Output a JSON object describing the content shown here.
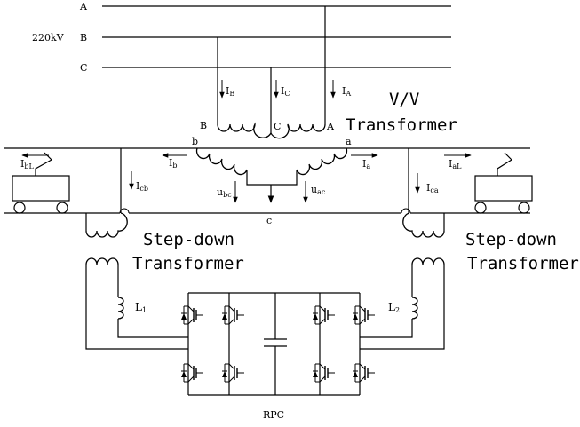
{
  "bus": {
    "phase_a": "A",
    "phase_b": "B",
    "phase_c": "C",
    "voltage": "220kV"
  },
  "currents": {
    "I_B": {
      "main": "I",
      "sub": "B"
    },
    "I_C": {
      "main": "I",
      "sub": "C"
    },
    "I_A": {
      "main": "I",
      "sub": "A"
    },
    "I_b": {
      "main": "I",
      "sub": "b"
    },
    "I_a": {
      "main": "I",
      "sub": "a"
    },
    "I_bL": {
      "main": "I",
      "sub": "bL"
    },
    "I_aL": {
      "main": "I",
      "sub": "aL"
    },
    "I_cb": {
      "main": "I",
      "sub": "cb"
    },
    "I_ca": {
      "main": "I",
      "sub": "ca"
    }
  },
  "voltages": {
    "u_bc": {
      "main": "u",
      "sub": "bc"
    },
    "u_ac": {
      "main": "u",
      "sub": "ac"
    }
  },
  "transformer": {
    "title_line1": "V/V",
    "title_line2": "Transformer",
    "prim_B": "B",
    "prim_C": "C",
    "prim_A": "A",
    "sec_b": "b",
    "sec_a": "a",
    "sec_c": "c"
  },
  "stepdown_left": {
    "line1": "Step-down",
    "line2": "Transformer"
  },
  "stepdown_right": {
    "line1": "Step-down",
    "line2": "Transformer"
  },
  "inductors": {
    "L1": {
      "main": "L",
      "sub": "1"
    },
    "L2": {
      "main": "L",
      "sub": "2"
    }
  },
  "rpc_label": "RPC"
}
